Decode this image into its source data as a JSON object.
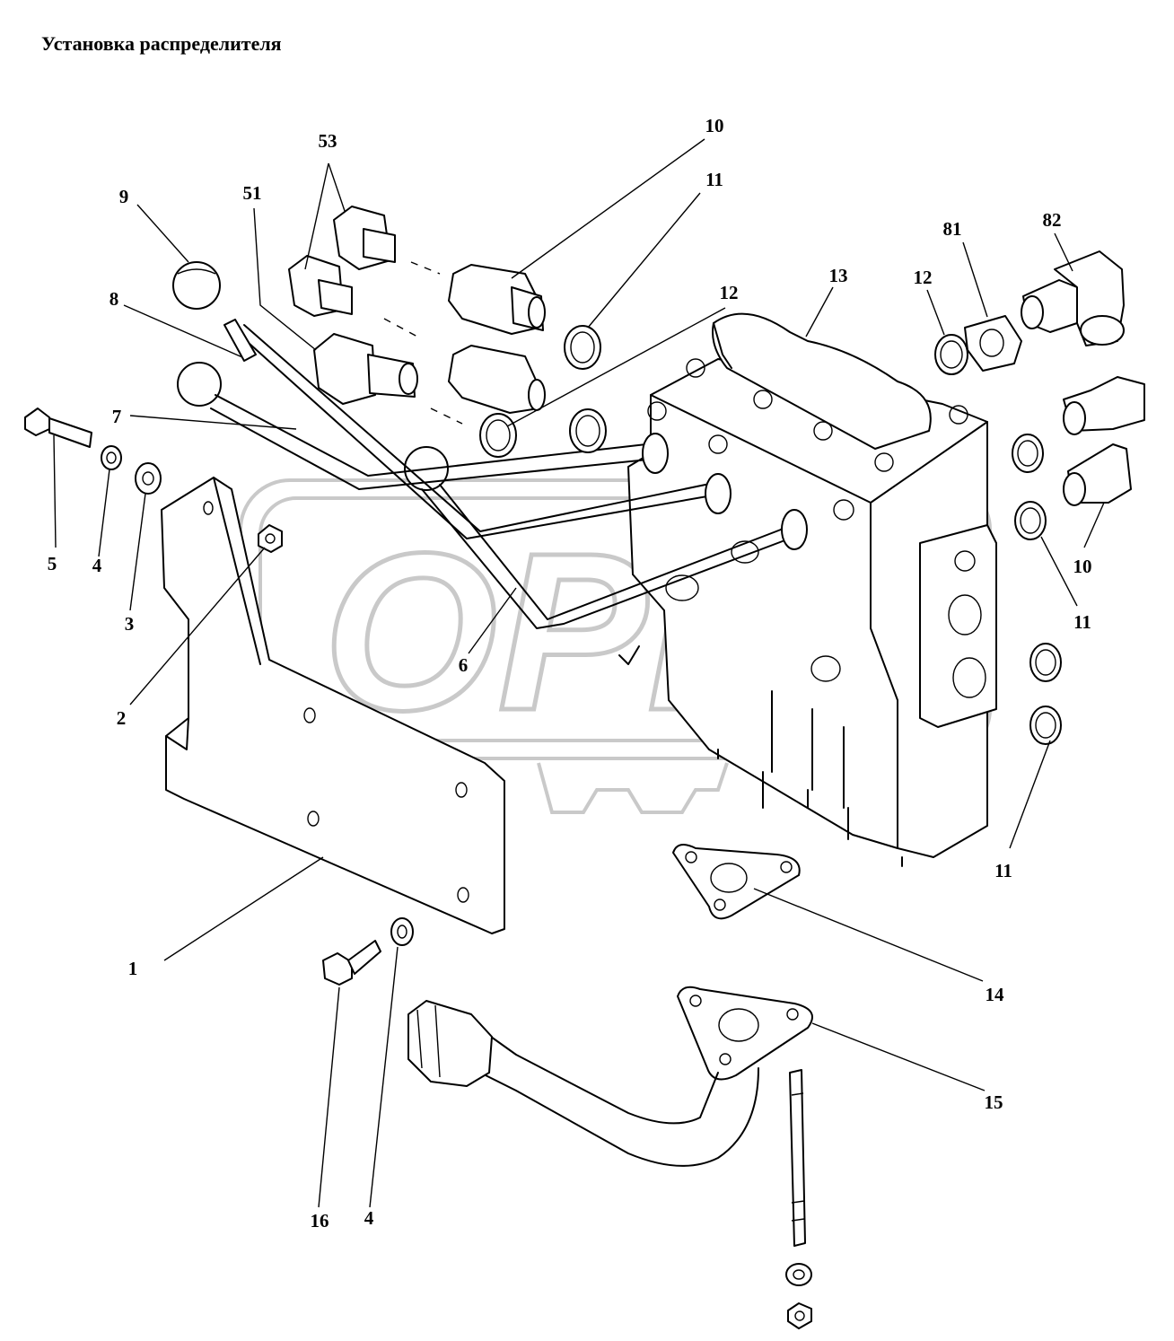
{
  "title": "Установка распределителя",
  "watermark": "OPEX",
  "callouts": {
    "c1": "1",
    "c2": "2",
    "c3": "3",
    "c4a": "4",
    "c4b": "4",
    "c5": "5",
    "c6": "6",
    "c7": "7",
    "c8": "8",
    "c9": "9",
    "c10a": "10",
    "c10b": "10",
    "c11a": "11",
    "c11b": "11",
    "c11c": "11",
    "c12a": "12",
    "c12b": "12",
    "c13": "13",
    "c14": "14",
    "c15": "15",
    "c16": "16",
    "c51": "51",
    "c53": "53",
    "c81": "81",
    "c82": "82"
  }
}
